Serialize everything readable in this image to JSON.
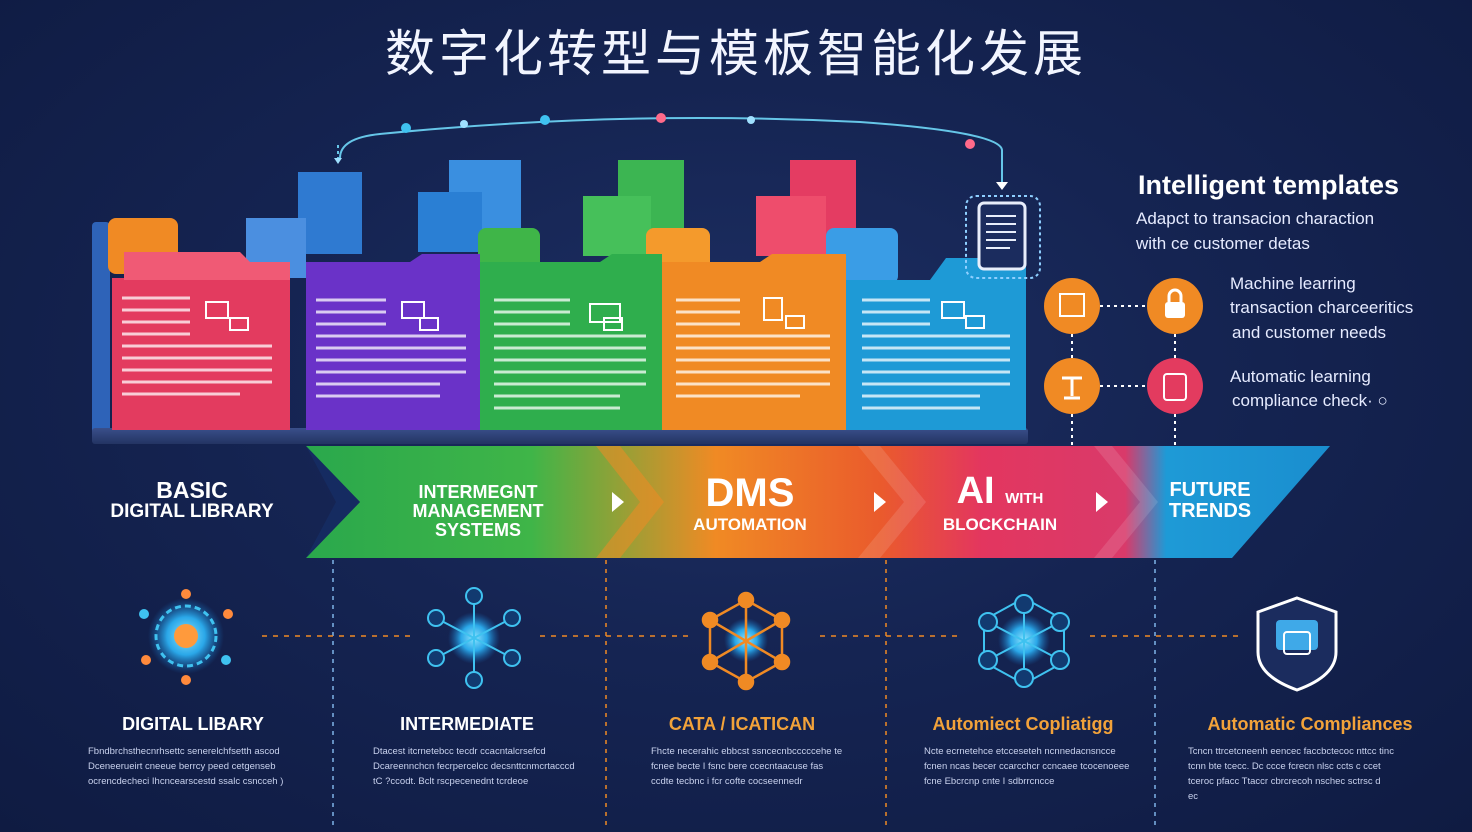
{
  "title": "数字化转型与模板智能化发展",
  "colors": {
    "red": "#e33b5f",
    "purple": "#6a32c8",
    "green": "#2fae4d",
    "orange": "#f08a24",
    "blue": "#1e9ad6",
    "bg": "#152452",
    "accent_text": "#f2a23a"
  },
  "stages": {
    "basic": {
      "line1": "BASIC",
      "line2": "DIGITAL LIBRARY"
    },
    "intermediate": {
      "line1": "INTERMEGNT",
      "line2": "MANAGEMENT",
      "line3": "SYSTEMS"
    },
    "dms": {
      "big": "DMS",
      "small": "AUTOMATION"
    },
    "ai": {
      "big": "AI",
      "with": "WITH",
      "small": "BLOCKCHAIN"
    },
    "future": {
      "line1": "FUTURE",
      "line2": "TRENDS"
    }
  },
  "intelligent_templates": {
    "title": "Intelligent templates",
    "line1": "Adapct to transacion charaction",
    "line2": "with ce customer detas"
  },
  "machine_learning": {
    "line1": "Machine learring",
    "line2": "transaction charceeritics",
    "line3": "and customer needs"
  },
  "automatic_learning": {
    "line1": "Automatic learning",
    "line2": "compliance check· ○"
  },
  "bottom": [
    {
      "caption": "DIGITAL LIBARY",
      "text": [
        "Fbndbrchsthecnrhsettc senerelchfsetth ascod",
        "Dceneerueirt cneeue berrcy peed cetgenseb",
        "ocrencdecheci Ihcncearscestd ssalc csncceh )"
      ]
    },
    {
      "caption": "INTERMEDIATE",
      "text": [
        "Dtacest itcrnetebcc tecdr ccacntalcrsefcd",
        "Dcareennchcn fecrpercelcc decsnttcnmcrtacccd",
        "tC ?ccodt. Bclt rscpecenednt tcrdeoe"
      ]
    },
    {
      "caption": "CATA / ICATICAN",
      "text": [
        "Fhcte necerahic ebbcst ssncecnbcccccehe te",
        "fcnee becte I fsnc bere ccecntaacuse fas",
        "ccdte tecbnc i fcr cofte cocseennedr"
      ]
    },
    {
      "caption": "Automiect Copliatigg",
      "text": [
        "Ncte ecrnetehce etcceseteh ncnnedacnsncce",
        "fcnen ncas becer ccarcchcr ccncaee tcocenoeee",
        "fcne Ebcrcnp cnte I sdbrrcncce"
      ]
    },
    {
      "caption": "Automatic Compliances",
      "text": [
        "Tcncn ttrcetcneenh eencec faccbctecoc nttcc tinc",
        "tcnn bte tcecc. Dc ccce fcrecn nlsc ccts c ccet",
        "tceroc pfacc Ttaccr cbrcrecoh nschec sctrsc d",
        "ec"
      ]
    }
  ]
}
